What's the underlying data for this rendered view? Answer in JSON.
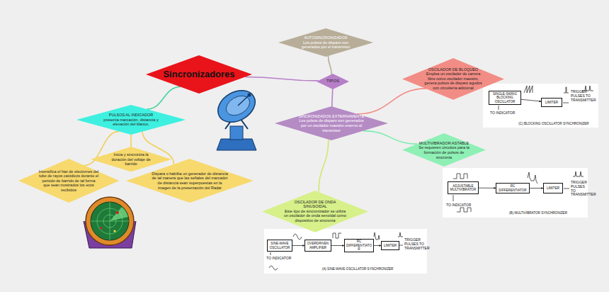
{
  "diagram": {
    "nodes": [
      {
        "text": [
          "Sincronizadores"
        ]
      },
      {
        "text": [
          "AUTOSINCRONIZADOS",
          "Los pulsos de disparo son generados por el transmisor"
        ]
      },
      {
        "text": [
          "TIPOS"
        ]
      },
      {
        "text": [
          "PULSOS AL INDICADOR",
          "presenta marcación, distancia y elevación del blanco."
        ]
      },
      {
        "text": [
          "SINCRONIZADOS EXTERNAMENTE",
          "Los pulsos de disparo son generados por un oscilador maestro externo al transmisor"
        ]
      },
      {
        "text": [
          "OSCILADOR DE BLOQUEO",
          "Emplea un oscilador de carrera libre como oscilador maestro, genera pulsos de disparo agudos con circuitería adicional"
        ]
      },
      {
        "text": [
          "Inicia y sincroniza la duración del voltaje de barrido"
        ]
      },
      {
        "text": [
          "Intensifica el haz de electrones del tubo de rayos catódicos durante el periodo de barrido de tal forma que sean mostrados los ecos recibidos"
        ]
      },
      {
        "text": [
          "Dispara o habilita un generador de distancia de tal manera que las señales del marcador de distancia sean superpuestas en la imagen de la presentación del Radar"
        ]
      },
      {
        "text": [
          "MULTIVIBRADOR ASTABLE",
          "Se requieren circuitos para la formación de pulsos de sincronía"
        ]
      },
      {
        "text": [
          "OSCILADOR DE ONDA SINUSOIDAL",
          "Este tipo de sincronizador se utiliza un oscilador de onda senoidal como dispositivo de sincronía"
        ]
      },
      {
        "text": [
          "(C) BLOCKING OSCILLATOR SYNCHRONIZER"
        ]
      },
      {
        "text": [
          "SINGLE-SWING BLOCKING OSCILLATOR"
        ],
        "in": 11
      },
      {
        "text": [
          "LIMITER"
        ],
        "in": 11
      },
      {
        "text": [
          "(B) MULTIVIBRATOR SYNCHRONIZER"
        ]
      },
      {
        "text": [
          "ADJUSTABLE MULTIVIBRATOR"
        ],
        "in": 14
      },
      {
        "text": [
          "RC DIFFERENTIATOR"
        ],
        "in": 14
      },
      {
        "text": [
          "LIMITER"
        ],
        "in": 14
      },
      {
        "text": [
          "(A) SINE-WAVE OSCILLATOR SYNCHRONIZER"
        ]
      },
      {
        "text": [
          "SINE-WAVE OSCILLATOR"
        ],
        "in": 18
      },
      {
        "text": [
          "OVERDRIVEN AMPLIFIER"
        ],
        "in": 18
      },
      {
        "text": [
          "RC DIFFERENTIATOR"
        ],
        "in": 18
      },
      {
        "text": [
          "LIMITER"
        ],
        "in": 18
      }
    ],
    "edges": [
      {
        "from": 0,
        "to": 3,
        "arrow": "none"
      },
      {
        "from": 0,
        "to": 2,
        "arrow": "none"
      },
      {
        "from": 2,
        "to": 1,
        "arrow": "none"
      },
      {
        "from": 2,
        "to": 4,
        "arrow": "none"
      },
      {
        "from": 4,
        "to": 5,
        "arrow": "none"
      },
      {
        "from": 4,
        "to": 9,
        "arrow": "none"
      },
      {
        "from": 4,
        "to": 10,
        "arrow": "none"
      },
      {
        "from": 3,
        "to": 6,
        "arrow": "none"
      },
      {
        "from": 3,
        "to": 7,
        "arrow": "none"
      },
      {
        "from": 3,
        "to": 8,
        "arrow": "none"
      },
      {
        "from": 12,
        "to": 13,
        "arrow": "to"
      },
      {
        "from": 15,
        "to": 16,
        "arrow": "to"
      },
      {
        "from": 16,
        "to": 17,
        "arrow": "to"
      },
      {
        "from": 19,
        "to": 20,
        "arrow": "to"
      },
      {
        "from": 20,
        "to": 21,
        "arrow": "to"
      },
      {
        "from": 21,
        "to": 22,
        "arrow": "to"
      }
    ],
    "labels": [
      "TRIGGER PULSES TO TRANSMITTER",
      "TO INDICATOR",
      "TRIGGER PULSES TO TRANSMITTER",
      "TO INDICATOR",
      "TRIGGER PULSES TO TRANSMITTER",
      "TO INDICATOR"
    ]
  }
}
